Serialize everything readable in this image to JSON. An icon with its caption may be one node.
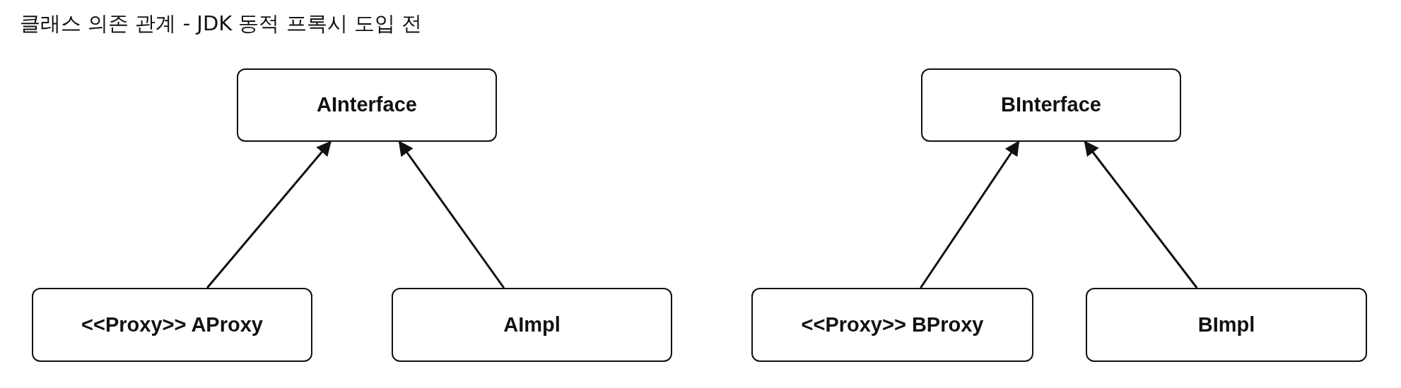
{
  "diagram": {
    "title": "클래스 의존 관계 - JDK 동적 프록시 도입 전",
    "nodes": [
      {
        "text": [
          "AInterface"
        ]
      },
      {
        "text": [
          "<<Proxy>> AProxy"
        ]
      },
      {
        "text": [
          "AImpl"
        ]
      },
      {
        "text": [
          "BInterface"
        ]
      },
      {
        "text": [
          "<<Proxy>> BProxy"
        ]
      },
      {
        "text": [
          "BImpl"
        ]
      }
    ],
    "edges": [
      {
        "from": 1,
        "to": 0,
        "arrow": "to"
      },
      {
        "from": 2,
        "to": 0,
        "arrow": "to"
      },
      {
        "from": 4,
        "to": 3,
        "arrow": "to"
      },
      {
        "from": 5,
        "to": 3,
        "arrow": "to"
      }
    ]
  }
}
